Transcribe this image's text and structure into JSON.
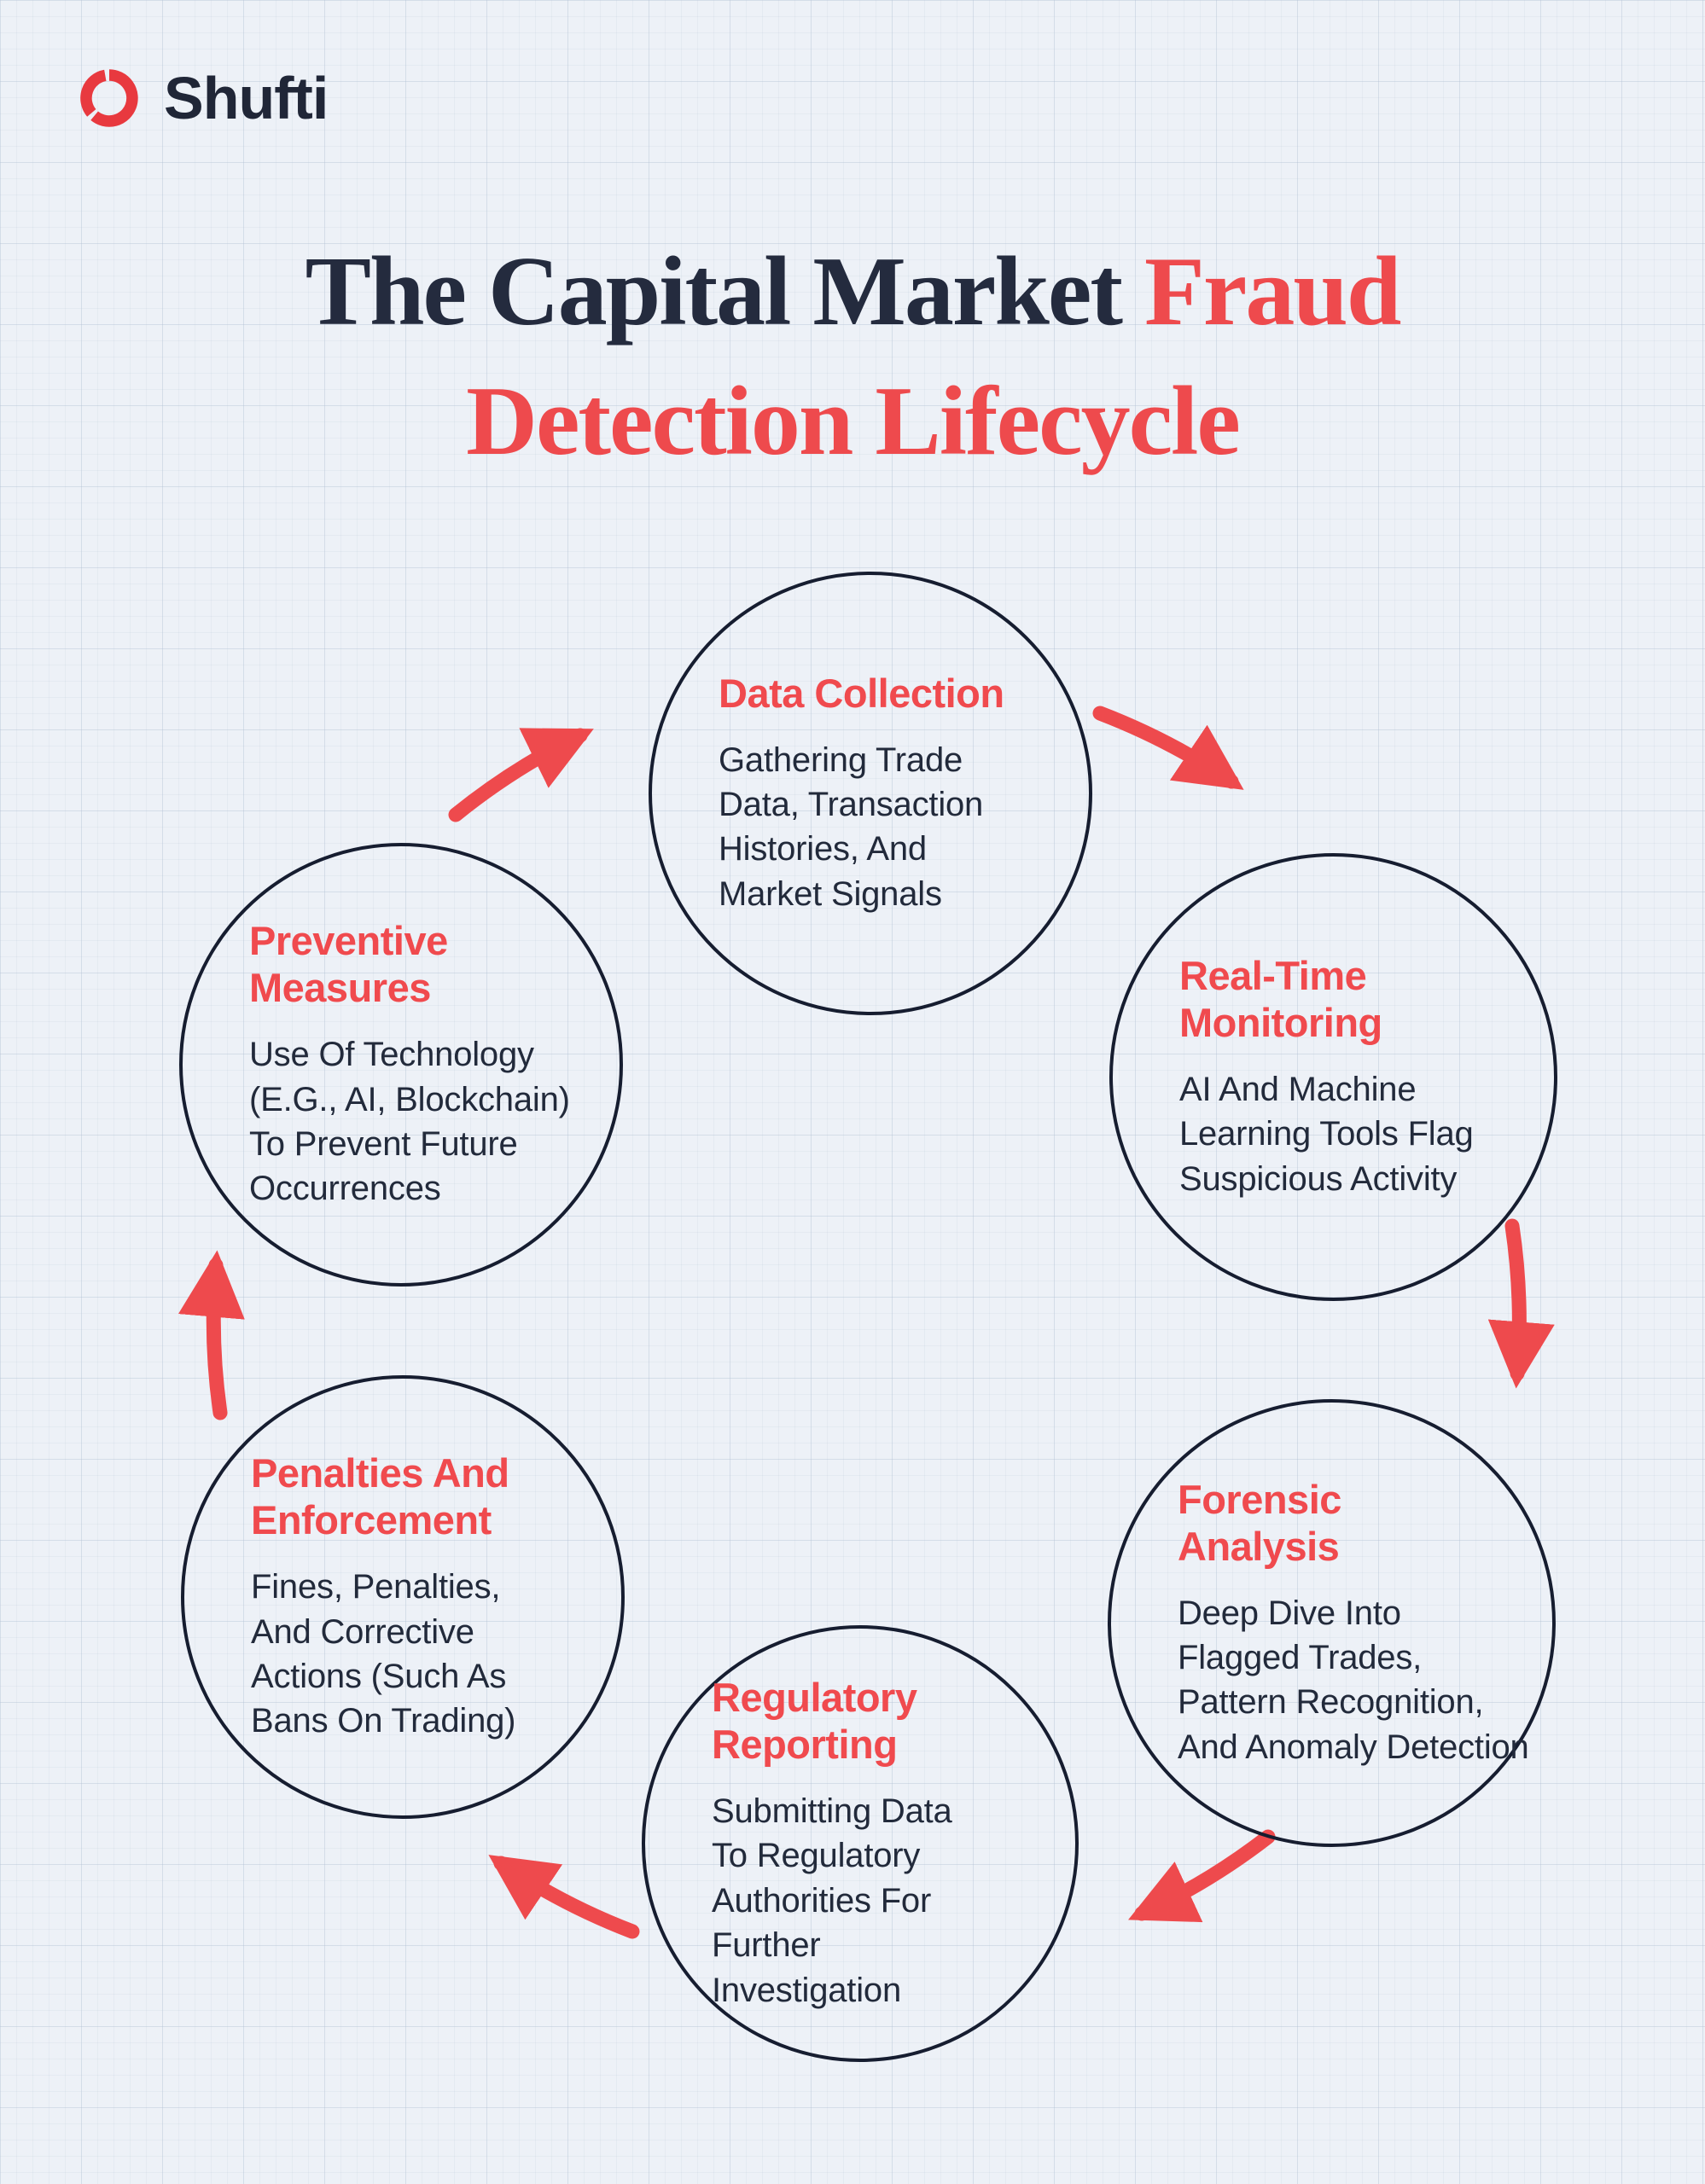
{
  "brand": {
    "name": "Shufti",
    "logo_icon": "shufti-ring-icon"
  },
  "title": {
    "part_dark": "The Capital Market ",
    "part_red": "Fraud",
    "line2": "Detection Lifecycle"
  },
  "steps": [
    {
      "title": "Data Collection",
      "description": "Gathering Trade Data, Transaction Histories, And Market Signals"
    },
    {
      "title": "Real-Time Monitoring",
      "description": "AI And Machine Learning Tools Flag Suspicious Activity"
    },
    {
      "title": "Forensic Analysis",
      "description": "Deep Dive Into Flagged Trades, Pattern Recognition, And Anomaly Detection"
    },
    {
      "title": "Regulatory Reporting",
      "description": "Submitting Data To Regulatory Authorities For Further Investigation"
    },
    {
      "title": "Penalties And Enforcement",
      "description": "Fines, Penalties, And Corrective Actions (Such As Bans On Trading)"
    },
    {
      "title": "Preventive Measures",
      "description": "Use Of Technology (E.G., AI, Blockchain) To Prevent Future Occurrences"
    }
  ],
  "colors": {
    "accent_red": "#EE4A4D",
    "navy_ink": "#1A2133",
    "text_dark": "#222A3B",
    "background": "#EDF1F7"
  }
}
